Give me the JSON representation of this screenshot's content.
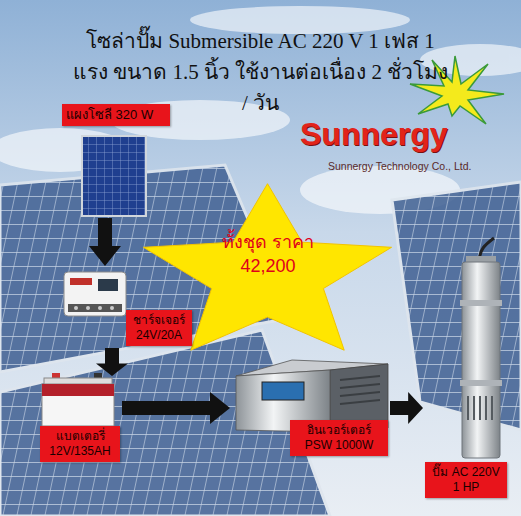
{
  "diagram": {
    "title": "โซล่าปั๊ม Submersible AC 220 V 1 เฟส 1 แรง ขนาด 1.5 นิ้ว ใช้งานต่อเนื่อง 2 ชั่วโมง / วัน",
    "nodes": [
      {
        "text": [
          "แผงโซลี 320 W"
        ]
      },
      {
        "text": [
          "ทั้งชุด ราคา 42,200"
        ]
      },
      {
        "text": [
          "ชาร์จเจอร์ 24V/20A"
        ]
      },
      {
        "text": [
          "แบตเตอรี่ 12V/135AH"
        ]
      },
      {
        "text": [
          "อินเวอร์เตอร์ PSW 1000W"
        ]
      },
      {
        "text": [
          "ปั๊ม AC 220V 1 HP"
        ]
      }
    ],
    "edges": [
      {
        "from": 0,
        "to": 2,
        "arrow": "to"
      },
      {
        "from": 2,
        "to": 3,
        "arrow": "to"
      },
      {
        "from": 3,
        "to": 4,
        "arrow": "to"
      },
      {
        "from": 4,
        "to": 5,
        "arrow": "to"
      }
    ],
    "labels": [
      "Sunnergy",
      "Sunnergy Technology Co., Ltd."
    ]
  }
}
